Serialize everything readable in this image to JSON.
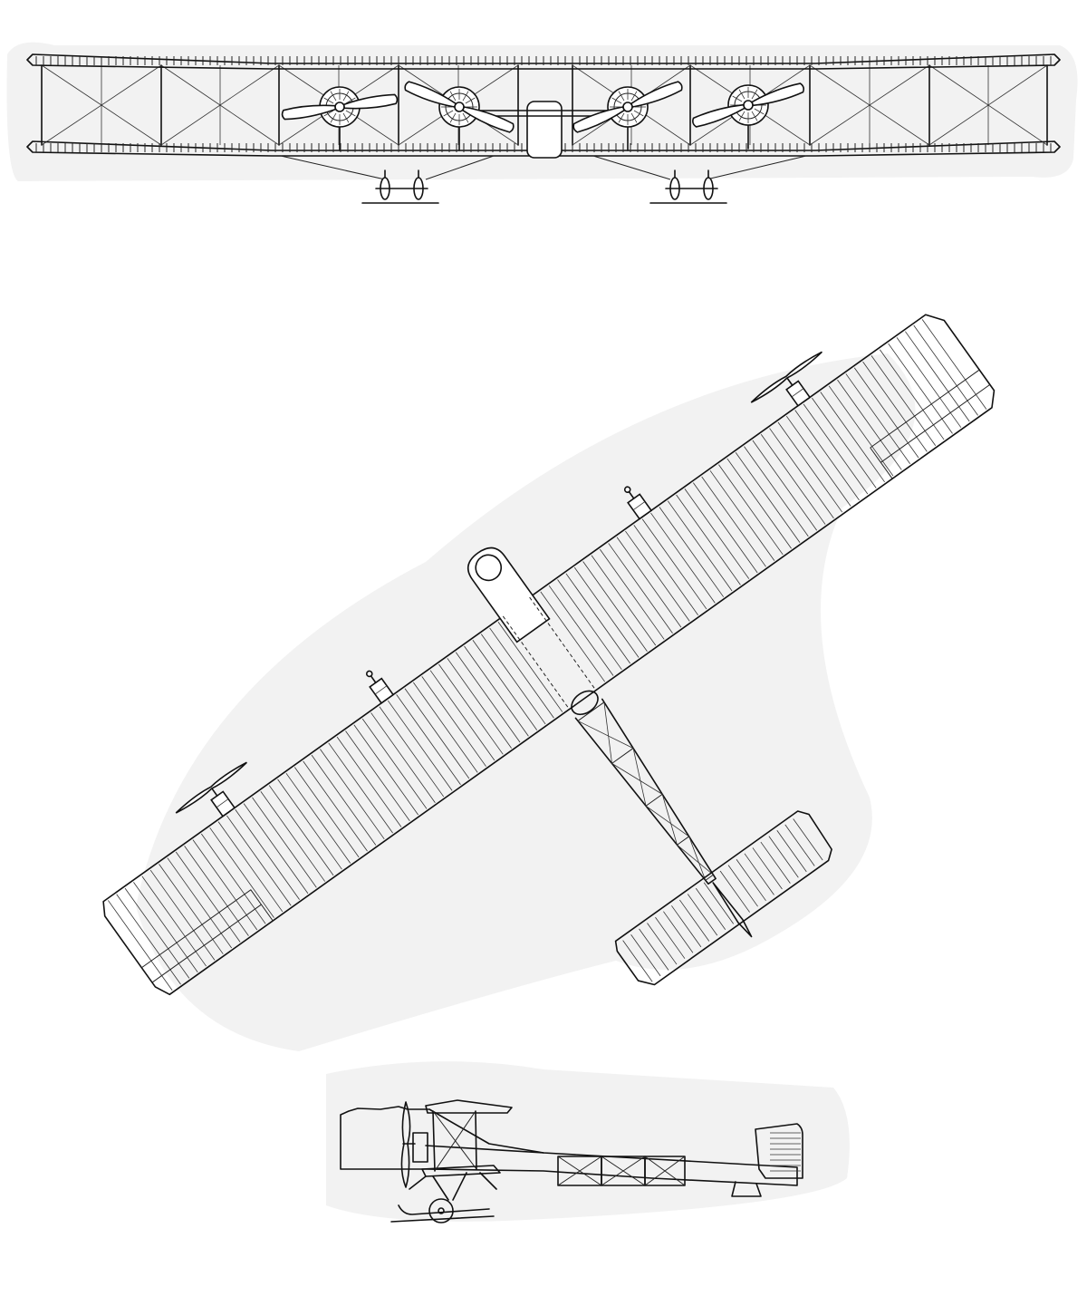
{
  "drawing": {
    "subject": "",
    "views": [
      "front",
      "top",
      "side"
    ]
  },
  "colors": {
    "line": "#111111",
    "background": "#ffffff",
    "shadow": "#f2f2f2"
  }
}
